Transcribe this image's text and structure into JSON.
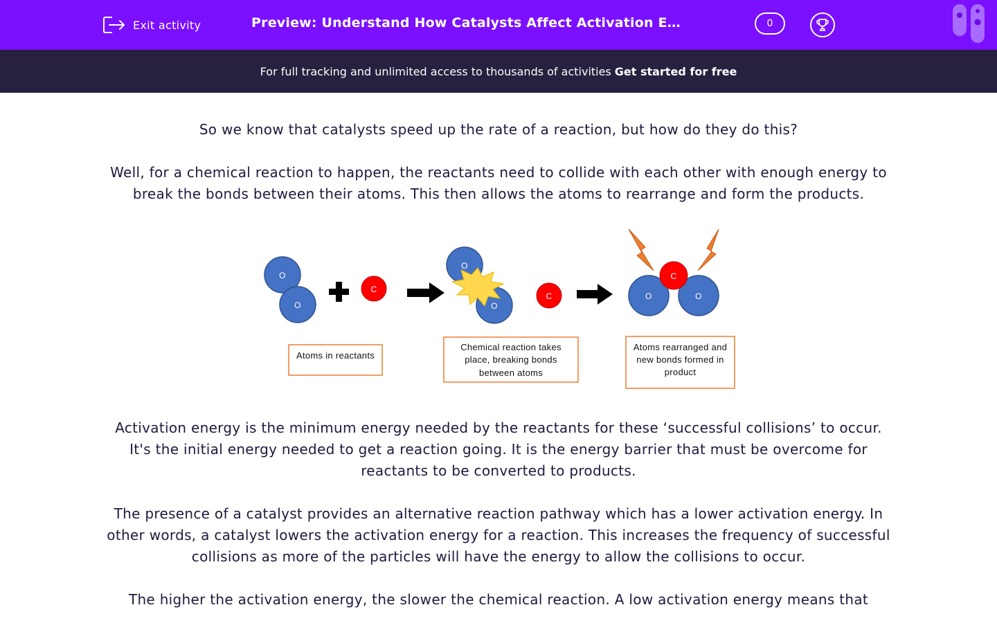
{
  "header": {
    "exit_label": "Exit activity",
    "title": "Preview: Understand How Catalysts Affect Activation Energy",
    "score": "0",
    "icons": {
      "exit": "exit-icon",
      "trophy": "trophy-icon",
      "logo": "test-tubes-logo-icon"
    },
    "background_color": "#7b0fff"
  },
  "banner": {
    "text": "For full tracking and unlimited access to thousands of activities",
    "cta": "Get started for free",
    "background_color": "#27203f"
  },
  "content": {
    "p1": "So we know that catalysts speed up the rate of a reaction, but how do they do this?",
    "p2": "Well, for a chemical reaction to happen, the reactants need to collide with each other with enough energy to break the bonds between their atoms. This then allows the atoms to rearrange and form the products.",
    "p3": "Activation energy is the minimum energy needed by the reactants for these ‘successful collisions’ to occur. It's the initial energy needed to get a reaction going. It is the energy barrier that must be overcome for reactants to be converted to products.",
    "p4": "The presence of a catalyst provides an alternative reaction pathway which has a lower activation energy. In other words, a catalyst lowers the activation energy for a reaction. This increases the frequency of successful collisions as more of the particles will have the energy to allow the collisions to occur.",
    "p5": "The higher the activation energy, the slower the chemical reaction. A low activation energy means that"
  },
  "diagram": {
    "atom_o": "O",
    "atom_c": "C",
    "label1": "Atoms in reactants",
    "label2_lines": [
      "Chemical reaction takes",
      "place, breaking bonds",
      "between atoms"
    ],
    "label3_lines": [
      "Atoms rearranged and",
      "new bonds formed in",
      "product"
    ],
    "colors": {
      "oxygen": "#4472c4",
      "carbon": "#ff0000",
      "box_border": "#ed7d31",
      "burst": "#ffd84d",
      "lightning": "#ed7d31"
    }
  }
}
